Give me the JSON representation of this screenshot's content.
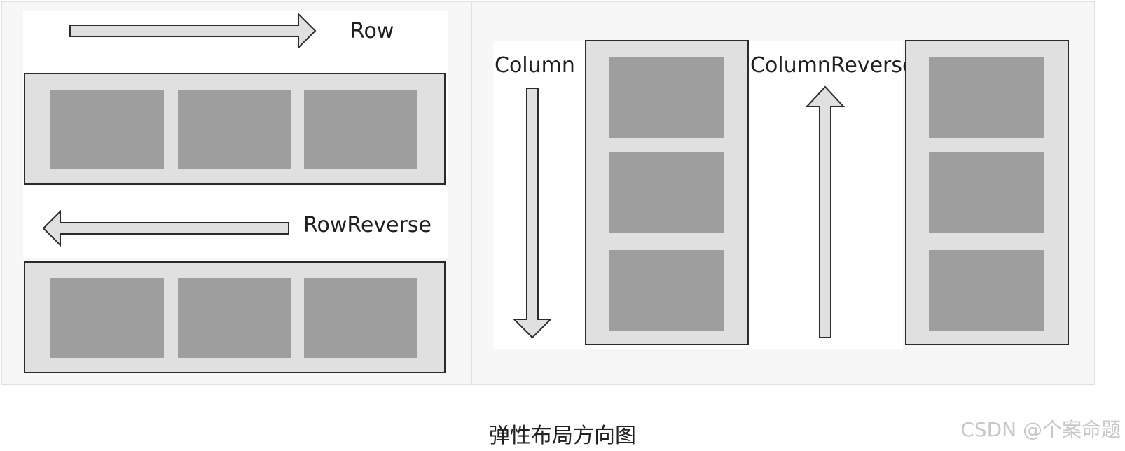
{
  "diagram": {
    "labels": {
      "row": "Row",
      "row_reverse": "RowReverse",
      "column": "Column",
      "column_reverse": "ColumnReverse"
    },
    "caption": "弹性布局方向图",
    "watermark": "CSDN @个案命题",
    "colors": {
      "container": "#e0e0e0",
      "item": "#9e9e9e",
      "border": "#2b2b2b",
      "panel": "#f7f7f7"
    }
  }
}
